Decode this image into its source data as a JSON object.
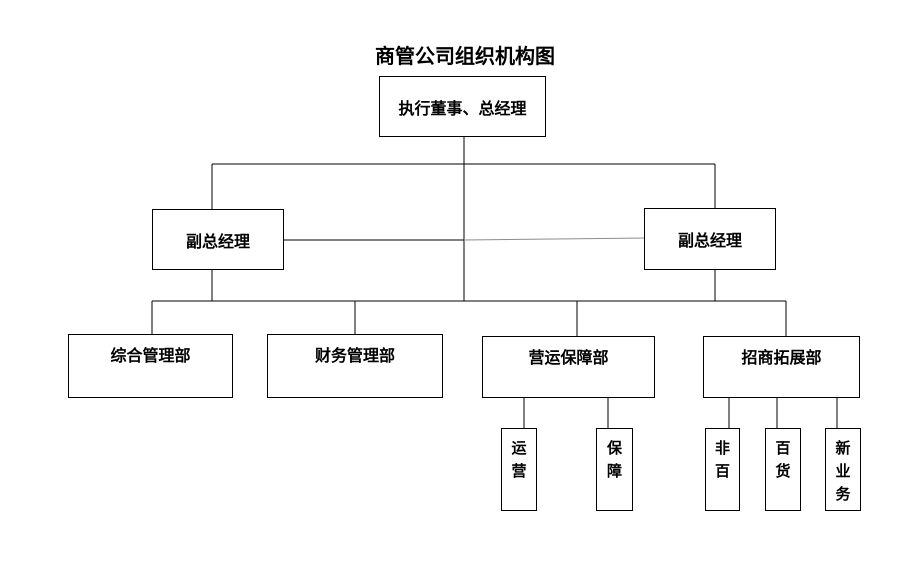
{
  "page": {
    "title": "商管公司组织机构图"
  },
  "org_chart": {
    "root": {
      "label": "执行董事、总经理"
    },
    "deputies": [
      {
        "label": "副总经理",
        "position": "left"
      },
      {
        "label": "副总经理",
        "position": "right"
      }
    ],
    "departments": [
      {
        "label": "综合管理部"
      },
      {
        "label": "财务管理部"
      },
      {
        "label": "营运保障部"
      },
      {
        "label": "招商拓展部"
      }
    ],
    "sub_units": [
      {
        "label": "运营",
        "parent": "营运保障部"
      },
      {
        "label": "保障",
        "parent": "营运保障部"
      },
      {
        "label": "非百",
        "parent": "招商拓展部"
      },
      {
        "label": "百货",
        "parent": "招商拓展部"
      },
      {
        "label": "新业务",
        "parent": "招商拓展部"
      }
    ],
    "line_color": "#000000",
    "line_color_faint": "#8c8c8c",
    "background_color": "#ffffff"
  }
}
